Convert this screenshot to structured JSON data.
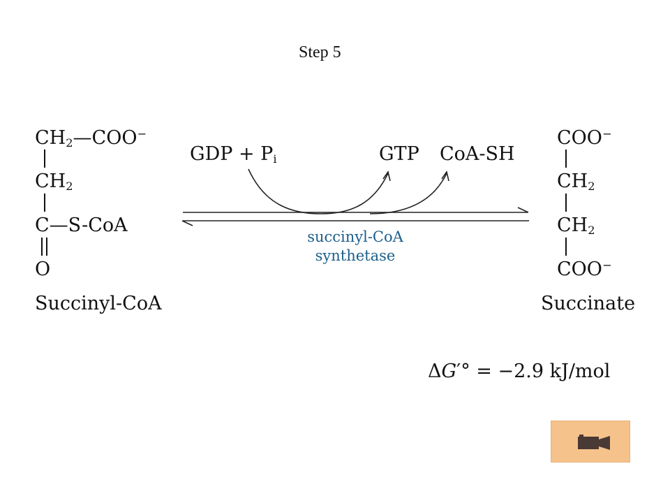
{
  "header": {
    "title": "Step 5"
  },
  "reactant": {
    "row1_group": "CH",
    "row1_sub": "2",
    "row1_tail": "—COO",
    "row1_charge": "−",
    "row2_group": "CH",
    "row2_sub": "2",
    "row3": "C—S-CoA",
    "row4": "O",
    "name": "Succinyl-CoA"
  },
  "cofactors": {
    "gdp": "GDP + P",
    "gdp_sub": "i",
    "gtp": "GTP",
    "coash": "CoA-SH"
  },
  "enzyme": {
    "line1": "succinyl-CoA",
    "line2": "synthetase"
  },
  "product": {
    "row1": "COO",
    "row1_charge": "−",
    "row2_group": "CH",
    "row2_sub": "2",
    "row3_group": "CH",
    "row3_sub": "2",
    "row4": "COO",
    "row4_charge": "−",
    "name": "Succinate"
  },
  "energy": {
    "delta": "Δ",
    "g": "G",
    "prime_deg": "′°",
    "rest": " = −2.9 kJ/mol"
  },
  "controls": {
    "video_icon": "video-camera-icon",
    "button_color": "#f6c28b"
  },
  "colors": {
    "enzyme_text": "#1a5f8a"
  }
}
